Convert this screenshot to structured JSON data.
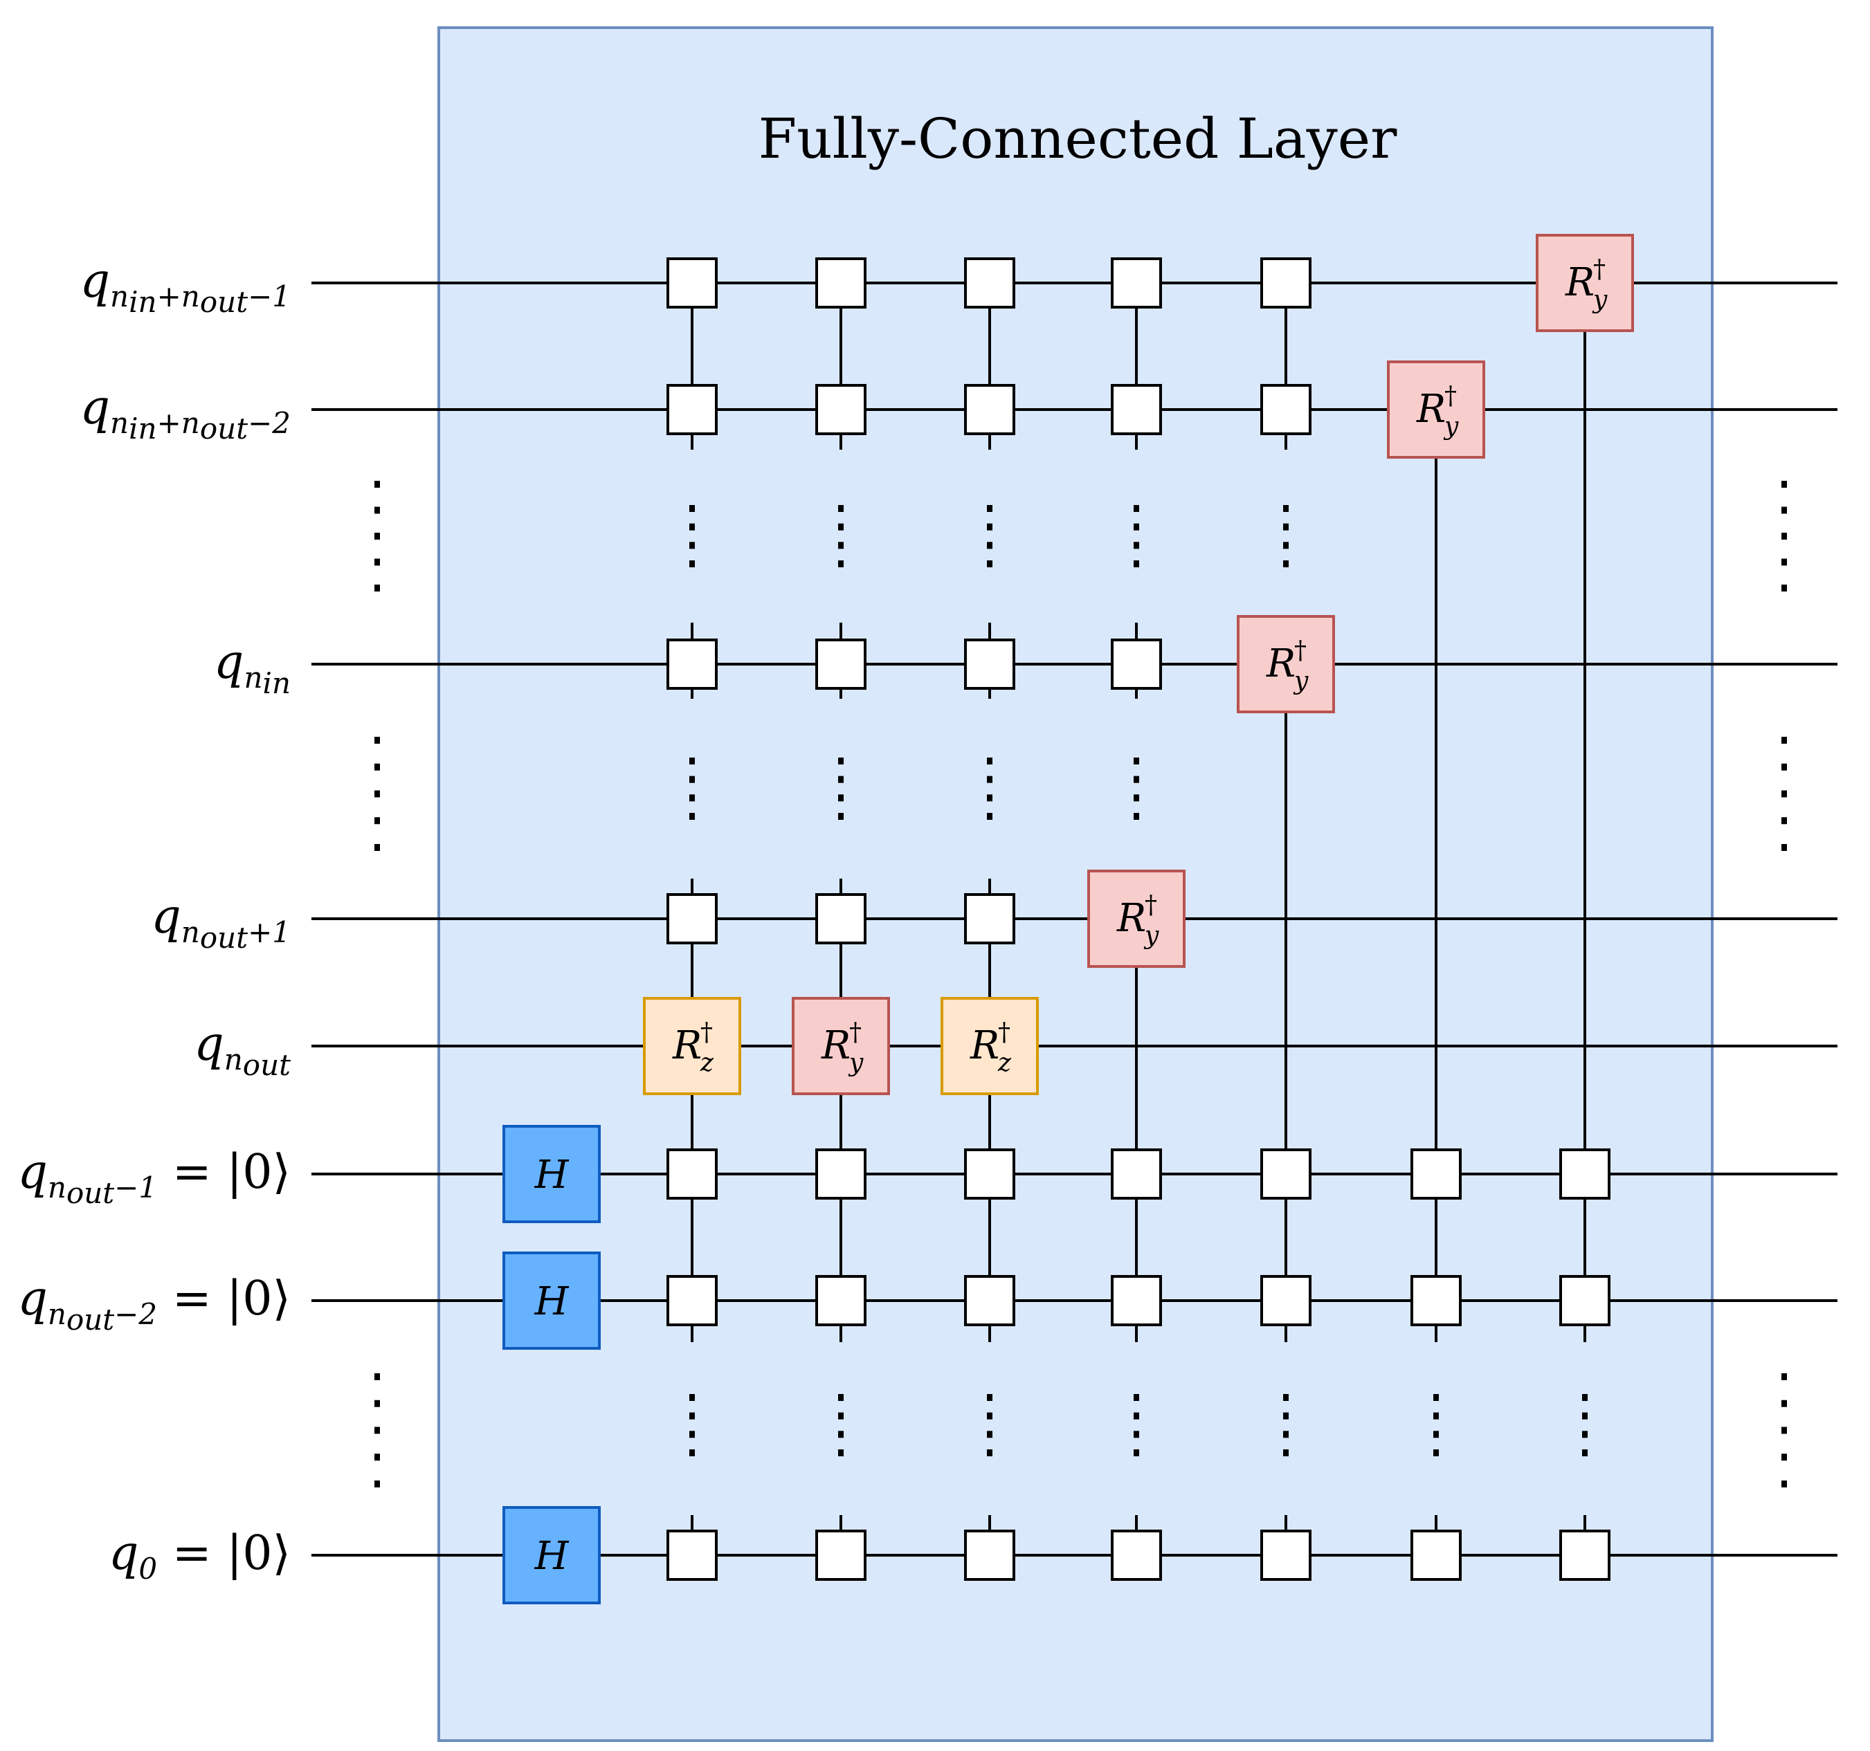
{
  "title": "Fully-Connected Layer",
  "colors": {
    "layer_fill": "#dae8fc",
    "layer_stroke": "#6c8ebf",
    "h_fill": "#66b2ff",
    "h_stroke": "#0e5cbf",
    "ry_fill": "#f8cecc",
    "ry_stroke": "#b85450",
    "rz_fill": "#ffe6cc",
    "rz_stroke": "#d79b00",
    "control_fill": "#ffffff",
    "line": "#000000"
  },
  "wires": [
    {
      "id": "w0",
      "q": "q",
      "sub": "n",
      "sub2": "in",
      "rest": "+",
      "sub3": "n",
      "sub4": "out",
      "tail": "−1",
      "eq": ""
    },
    {
      "id": "w1",
      "q": "q",
      "sub": "n",
      "sub2": "in",
      "rest": "+",
      "sub3": "n",
      "sub4": "out",
      "tail": "−2",
      "eq": ""
    },
    {
      "id": "w2",
      "q": "q",
      "sub": "n",
      "sub2": "in",
      "rest": "",
      "sub3": "",
      "sub4": "",
      "tail": "",
      "eq": ""
    },
    {
      "id": "w3",
      "q": "q",
      "sub": "n",
      "sub2": "out",
      "rest": "",
      "sub3": "",
      "sub4": "",
      "tail": "+1",
      "eq": ""
    },
    {
      "id": "w4",
      "q": "q",
      "sub": "n",
      "sub2": "out",
      "rest": "",
      "sub3": "",
      "sub4": "",
      "tail": "",
      "eq": ""
    },
    {
      "id": "w5",
      "q": "q",
      "sub": "n",
      "sub2": "out",
      "rest": "",
      "sub3": "",
      "sub4": "",
      "tail": "−1",
      "eq": "= |0⟩"
    },
    {
      "id": "w6",
      "q": "q",
      "sub": "n",
      "sub2": "out",
      "rest": "",
      "sub3": "",
      "sub4": "",
      "tail": "−2",
      "eq": "= |0⟩"
    },
    {
      "id": "w7",
      "q": "q",
      "sub": "0",
      "sub2": "",
      "rest": "",
      "sub3": "",
      "sub4": "",
      "tail": "",
      "eq": "= |0⟩"
    }
  ],
  "gates": {
    "h_label": "H",
    "r_label": "R",
    "dagger": "†",
    "y_sub": "y",
    "z_sub": "z"
  },
  "ellipsis": "⋮"
}
